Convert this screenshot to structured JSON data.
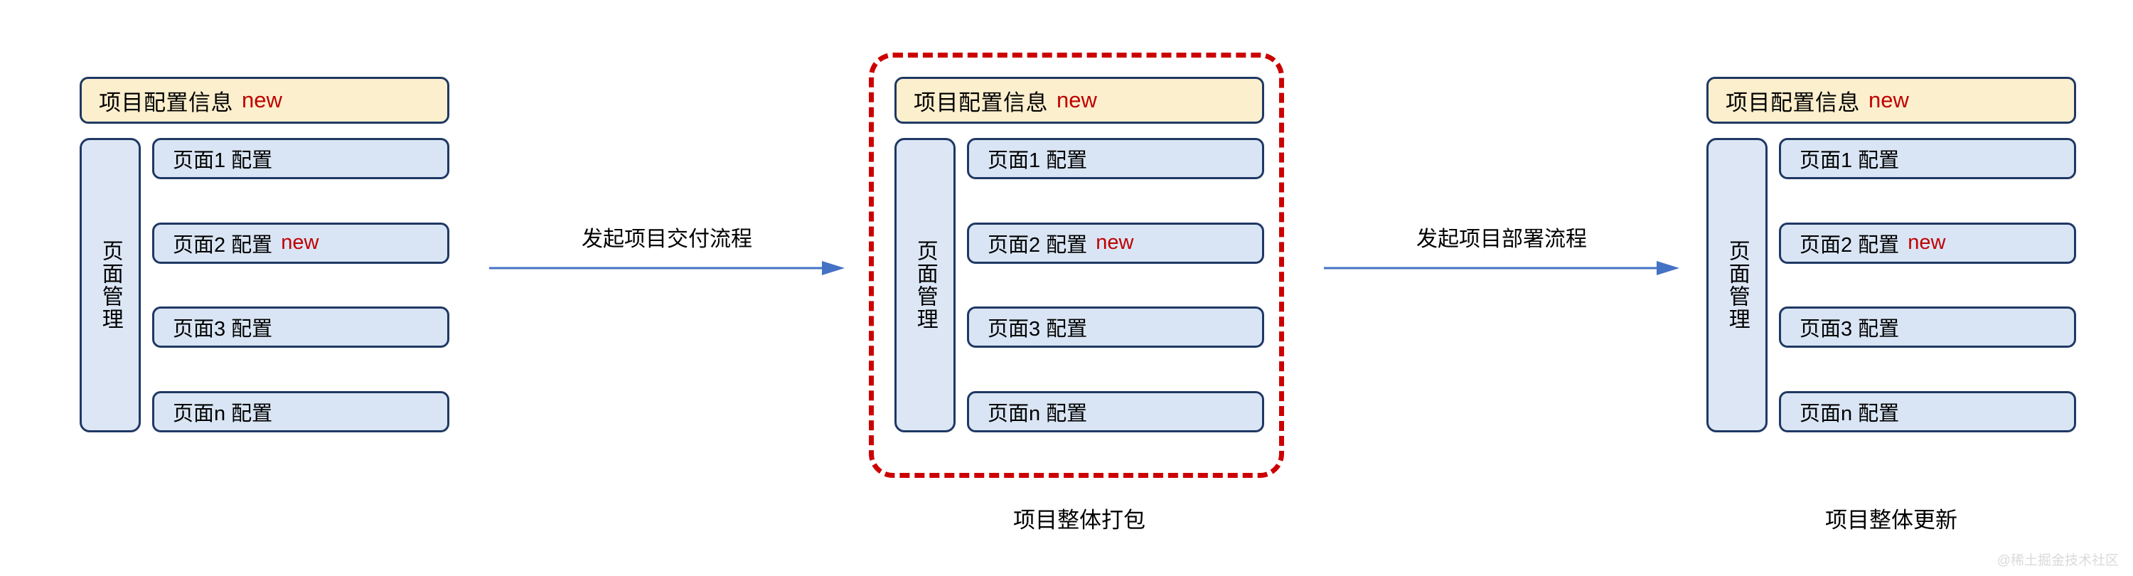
{
  "colors": {
    "header_fill": "#FBEFCD",
    "box_fill": "#D9E5F4",
    "rail_fill": "#DCE6F5",
    "border": "#1F3864",
    "accent_new": "#C00000",
    "dashed_outline": "#CC0000",
    "arrow": "#4472C4",
    "background": "#FFFFFF",
    "watermark": "#DADADA"
  },
  "groups": [
    {
      "id": "project-config-source",
      "header": {
        "title": "项目配置信息",
        "badge": "new"
      },
      "rail_label": "页面管理",
      "pages": [
        {
          "label": "页面1 配置",
          "badge": ""
        },
        {
          "label": "页面2 配置",
          "badge": "new"
        },
        {
          "label": "页面3 配置",
          "badge": ""
        },
        {
          "label": "页面n 配置",
          "badge": ""
        }
      ],
      "caption": ""
    },
    {
      "id": "project-config-packaged",
      "header": {
        "title": "项目配置信息",
        "badge": "new"
      },
      "rail_label": "页面管理",
      "pages": [
        {
          "label": "页面1 配置",
          "badge": ""
        },
        {
          "label": "页面2 配置",
          "badge": "new"
        },
        {
          "label": "页面3 配置",
          "badge": ""
        },
        {
          "label": "页面n 配置",
          "badge": ""
        }
      ],
      "caption": "项目整体打包"
    },
    {
      "id": "project-config-deployed",
      "header": {
        "title": "项目配置信息",
        "badge": "new"
      },
      "rail_label": "页面管理",
      "pages": [
        {
          "label": "页面1 配置",
          "badge": ""
        },
        {
          "label": "页面2 配置",
          "badge": "new"
        },
        {
          "label": "页面3 配置",
          "badge": ""
        },
        {
          "label": "页面n 配置",
          "badge": ""
        }
      ],
      "caption": "项目整体更新"
    }
  ],
  "arrows": [
    {
      "id": "delivery-flow",
      "label": "发起项目交付流程"
    },
    {
      "id": "deploy-flow",
      "label": "发起项目部署流程"
    }
  ],
  "watermark": "@稀土掘金技术社区"
}
